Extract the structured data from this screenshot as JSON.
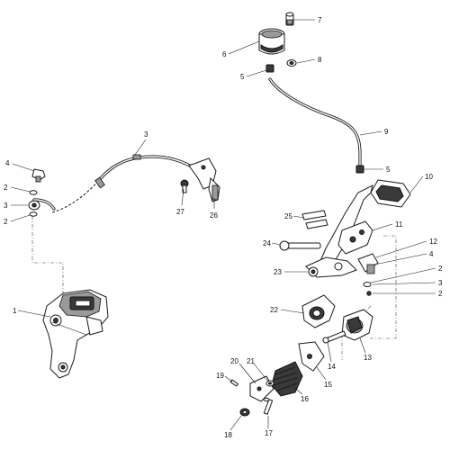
{
  "callouts": [
    {
      "id": "c1",
      "label": "1"
    },
    {
      "id": "c2a",
      "label": "2"
    },
    {
      "id": "c2b",
      "label": "2"
    },
    {
      "id": "c2c",
      "label": "2"
    },
    {
      "id": "c2d",
      "label": "2"
    },
    {
      "id": "c3a",
      "label": "3"
    },
    {
      "id": "c3b",
      "label": "3"
    },
    {
      "id": "c3c",
      "label": "3"
    },
    {
      "id": "c4a",
      "label": "4"
    },
    {
      "id": "c4b",
      "label": "4"
    },
    {
      "id": "c5a",
      "label": "5"
    },
    {
      "id": "c5b",
      "label": "5"
    },
    {
      "id": "c6",
      "label": "6"
    },
    {
      "id": "c7",
      "label": "7"
    },
    {
      "id": "c8",
      "label": "8"
    },
    {
      "id": "c9",
      "label": "9"
    },
    {
      "id": "c10",
      "label": "10"
    },
    {
      "id": "c11",
      "label": "11"
    },
    {
      "id": "c12",
      "label": "12"
    },
    {
      "id": "c13",
      "label": "13"
    },
    {
      "id": "c14",
      "label": "14"
    },
    {
      "id": "c15",
      "label": "15"
    },
    {
      "id": "c16",
      "label": "16"
    },
    {
      "id": "c17",
      "label": "17"
    },
    {
      "id": "c18",
      "label": "18"
    },
    {
      "id": "c19",
      "label": "19"
    },
    {
      "id": "c20",
      "label": "20"
    },
    {
      "id": "c21",
      "label": "21"
    },
    {
      "id": "c22",
      "label": "22"
    },
    {
      "id": "c23",
      "label": "23"
    },
    {
      "id": "c24",
      "label": "24"
    },
    {
      "id": "c25",
      "label": "25"
    },
    {
      "id": "c26",
      "label": "26"
    },
    {
      "id": "c27",
      "label": "27"
    }
  ]
}
